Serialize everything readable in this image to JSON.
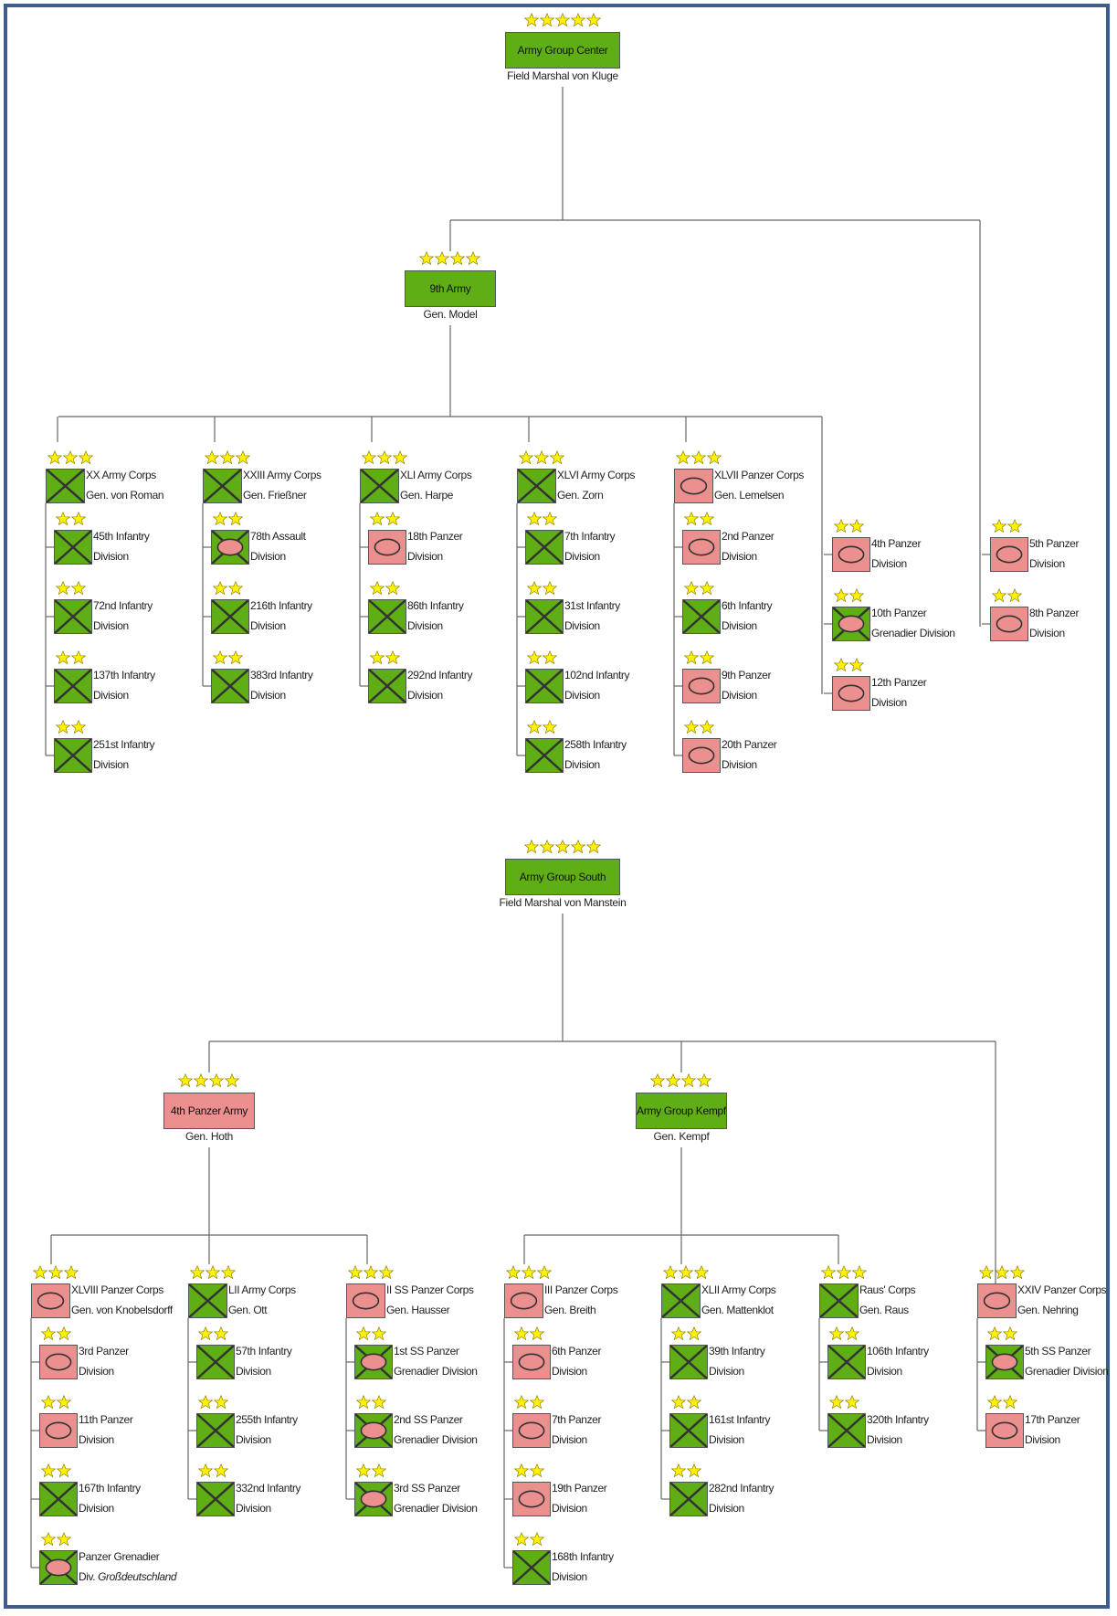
{
  "colors": {
    "frame": "#3B5E8C",
    "infantry": "#5FAE15",
    "panzer": "#EC8F8F",
    "star": "#FFF200",
    "line": "#666666"
  },
  "army_group_center": {
    "name": "Army Group Center",
    "commander": "Field Marshal von Kluge",
    "ninth_army": {
      "name": "9th Army",
      "commander": "Gen. Model"
    },
    "corps": [
      {
        "name": "XX Army Corps",
        "commander": "Gen. von Roman",
        "type": "infantry",
        "divisions": [
          {
            "line1": "45th Infantry",
            "line2": "Division",
            "type": "infantry"
          },
          {
            "line1": "72nd Infantry",
            "line2": "Division",
            "type": "infantry"
          },
          {
            "line1": "137th Infantry",
            "line2": "Division",
            "type": "infantry"
          },
          {
            "line1": "251st Infantry",
            "line2": "Division",
            "type": "infantry"
          }
        ]
      },
      {
        "name": "XXIII Army Corps",
        "commander": "Gen. Frießner",
        "type": "infantry",
        "divisions": [
          {
            "line1": "78th Assault",
            "line2": "Division",
            "type": "mechanized"
          },
          {
            "line1": "216th Infantry",
            "line2": "Division",
            "type": "infantry"
          },
          {
            "line1": "383rd Infantry",
            "line2": "Division",
            "type": "infantry"
          }
        ]
      },
      {
        "name": "XLI Army Corps",
        "commander": "Gen. Harpe",
        "type": "infantry",
        "divisions": [
          {
            "line1": "18th Panzer",
            "line2": "Division",
            "type": "panzer"
          },
          {
            "line1": "86th Infantry",
            "line2": "Division",
            "type": "infantry"
          },
          {
            "line1": "292nd Infantry",
            "line2": "Division",
            "type": "infantry"
          }
        ]
      },
      {
        "name": "XLVI  Army Corps",
        "commander": "Gen. Zorn",
        "type": "infantry",
        "divisions": [
          {
            "line1": "7th Infantry",
            "line2": "Division",
            "type": "infantry"
          },
          {
            "line1": "31st Infantry",
            "line2": "Division",
            "type": "infantry"
          },
          {
            "line1": "102nd Infantry",
            "line2": "Division",
            "type": "infantry"
          },
          {
            "line1": "258th Infantry",
            "line2": "Division",
            "type": "infantry"
          }
        ]
      },
      {
        "name": "XLVII Panzer Corps",
        "commander": "Gen. Lemelsen",
        "type": "panzer",
        "divisions": [
          {
            "line1": "2nd Panzer",
            "line2": "Division",
            "type": "panzer"
          },
          {
            "line1": "6th Infantry",
            "line2": "Division",
            "type": "infantry"
          },
          {
            "line1": "9th Panzer",
            "line2": "Division",
            "type": "panzer"
          },
          {
            "line1": "20th Panzer",
            "line2": "Division",
            "type": "panzer"
          }
        ]
      }
    ],
    "army_reserve": [
      {
        "line1": "4th Panzer",
        "line2": "Division",
        "type": "panzer"
      },
      {
        "line1": "10th Panzer",
        "line2": "Grenadier Division",
        "type": "mechanized"
      },
      {
        "line1": "12th Panzer",
        "line2": "Division",
        "type": "panzer"
      }
    ],
    "group_reserve": [
      {
        "line1": "5th Panzer",
        "line2": "Division",
        "type": "panzer"
      },
      {
        "line1": "8th Panzer",
        "line2": "Division",
        "type": "panzer"
      }
    ]
  },
  "army_group_south": {
    "name": "Army Group South",
    "commander": "Field Marshal von Manstein",
    "fourth_panzer_army": {
      "name": "4th Panzer Army",
      "commander": "Gen. Hoth"
    },
    "kempf": {
      "name": "Army Group Kempf",
      "commander": "Gen. Kempf"
    },
    "corps": [
      {
        "name": "XLVIII Panzer Corps",
        "commander": "Gen. von Knobelsdorff",
        "type": "panzer",
        "divisions": [
          {
            "line1": "3rd Panzer",
            "line2": "Division",
            "type": "panzer"
          },
          {
            "line1": "11th Panzer",
            "line2": "Division",
            "type": "panzer"
          },
          {
            "line1": "167th Infantry",
            "line2": "Division",
            "type": "infantry"
          },
          {
            "line1": "Panzer Grenadier",
            "line2_prefix": "Div. ",
            "line2_italic": "Großdeutschland",
            "type": "mechanized"
          }
        ]
      },
      {
        "name": "LII Army Corps",
        "commander": "Gen. Ott",
        "type": "infantry",
        "divisions": [
          {
            "line1": "57th Infantry",
            "line2": "Division",
            "type": "infantry"
          },
          {
            "line1": "255th Infantry",
            "line2": "Division",
            "type": "infantry"
          },
          {
            "line1": "332nd Infantry",
            "line2": "Division",
            "type": "infantry"
          }
        ]
      },
      {
        "name": "II SS Panzer Corps",
        "commander": "Gen. Hausser",
        "type": "panzer",
        "divisions": [
          {
            "line1": "1st SS Panzer",
            "line2": "Grenadier Division",
            "type": "mechanized"
          },
          {
            "line1": "2nd SS Panzer",
            "line2": "Grenadier Division",
            "type": "mechanized"
          },
          {
            "line1": "3rd SS Panzer",
            "line2": "Grenadier Division",
            "type": "mechanized"
          }
        ]
      },
      {
        "name": "III Panzer Corps",
        "commander": "Gen. Breith",
        "type": "panzer",
        "divisions": [
          {
            "line1": "6th Panzer",
            "line2": "Division",
            "type": "panzer"
          },
          {
            "line1": "7th Panzer",
            "line2": "Division",
            "type": "panzer"
          },
          {
            "line1": "19th Panzer",
            "line2": "Division",
            "type": "panzer"
          },
          {
            "line1": "168th Infantry",
            "line2": "Division",
            "type": "infantry"
          }
        ]
      },
      {
        "name": "XLII Army Corps",
        "commander": "Gen. Mattenklot",
        "type": "infantry",
        "divisions": [
          {
            "line1": "39th Infantry",
            "line2": "Division",
            "type": "infantry"
          },
          {
            "line1": "161st Infantry",
            "line2": "Division",
            "type": "infantry"
          },
          {
            "line1": "282nd Infantry",
            "line2": "Division",
            "type": "infantry"
          }
        ]
      },
      {
        "name": "Raus' Corps",
        "commander": "Gen. Raus",
        "type": "infantry",
        "divisions": [
          {
            "line1": "106th Infantry",
            "line2": "Division",
            "type": "infantry"
          },
          {
            "line1": "320th Infantry",
            "line2": "Division",
            "type": "infantry"
          }
        ]
      },
      {
        "name": "XXIV Panzer Corps",
        "commander": "Gen. Nehring",
        "type": "panzer",
        "divisions": [
          {
            "line1": "5th SS Panzer",
            "line2": "Grenadier Division",
            "type": "mechanized"
          },
          {
            "line1": "17th Panzer",
            "line2": "Division",
            "type": "panzer"
          }
        ]
      }
    ]
  }
}
